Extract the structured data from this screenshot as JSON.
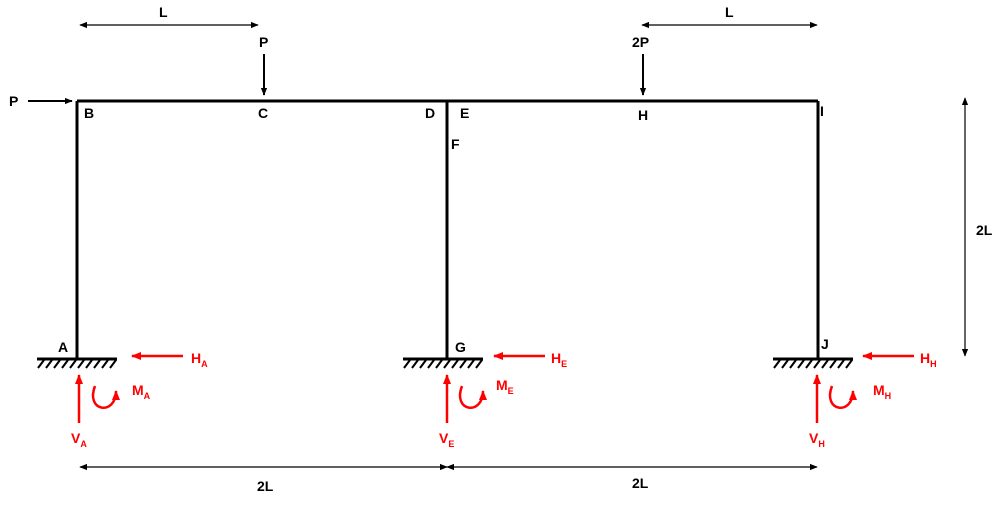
{
  "labels": {
    "load_left": "P",
    "load_c": "P",
    "load_h": "2P",
    "pt_a": "A",
    "pt_b": "B",
    "pt_c": "C",
    "pt_d": "D",
    "pt_e": "E",
    "pt_f": "F",
    "pt_g": "G",
    "pt_h": "H",
    "pt_i": "I",
    "pt_j": "J"
  },
  "dimensions": {
    "top_left": "L",
    "top_right": "L",
    "height": "2L",
    "bottom_left": "2L",
    "bottom_right": "2L"
  },
  "reactions": {
    "a": {
      "h": "H",
      "h_sub": "A",
      "m": "M",
      "m_sub": "A",
      "v": "V",
      "v_sub": "A"
    },
    "g": {
      "h": "H",
      "h_sub": "E",
      "m": "M",
      "m_sub": "E",
      "v": "V",
      "v_sub": "E"
    },
    "j": {
      "h": "H",
      "h_sub": "H",
      "m": "M",
      "m_sub": "H",
      "v": "V",
      "v_sub": "H"
    }
  },
  "colors": {
    "structure": "#000000",
    "reaction": "#ff0000"
  }
}
